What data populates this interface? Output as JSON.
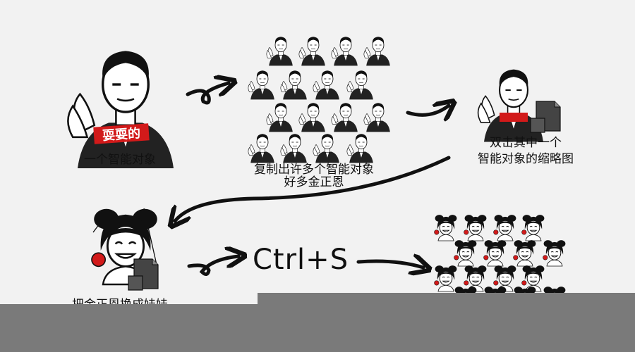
{
  "steps": {
    "step1_label": "一个智能对象",
    "step2_label_line1": "复制出许多个智能对象",
    "step2_label_line2": "好多金正恩",
    "step3_label_line1": "双击其中一个",
    "step3_label_line2": "智能对象的缩略图",
    "step4_label": "把金正恩换成娃娃",
    "shortcut": "Ctrl+S"
  },
  "badge_text": "耍耍的",
  "colors": {
    "background": "#f2f2f2",
    "ink": "#111111",
    "badge_red": "#d21a1a",
    "bottom_bar": "#7a7a7a"
  }
}
